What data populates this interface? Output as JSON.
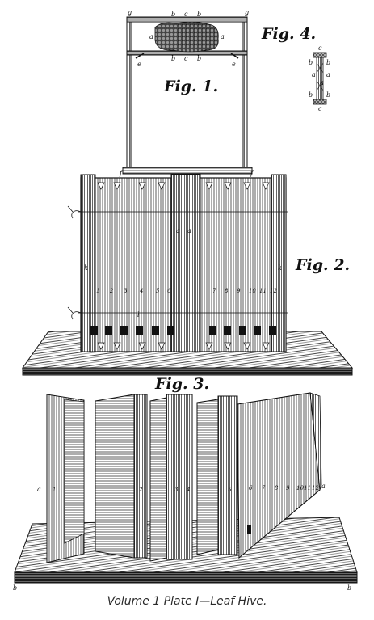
{
  "figures": {
    "fig1": "Fig. 1.",
    "fig2": "Fig. 2.",
    "fig3": "Fig. 3.",
    "fig4": "Fig. 4."
  },
  "fig1_letters": [
    "g",
    "g",
    "b",
    "c",
    "b",
    "a",
    "a",
    "b",
    "c",
    "b",
    "e",
    "e",
    "f",
    "f"
  ],
  "fig4_letters": [
    "c",
    "b",
    "b",
    "b",
    "b",
    "a",
    "a",
    "a",
    "c"
  ],
  "fig2_letters": [
    "a",
    "a",
    "k",
    "k",
    "l"
  ],
  "fig2_numbers": [
    "1",
    "2",
    "3",
    "4",
    "5",
    "6",
    "7",
    "8",
    "9",
    "10",
    "11",
    "12"
  ],
  "fig3_letters": [
    "a",
    "a",
    "b",
    "b"
  ],
  "fig3_numbers": [
    "1",
    "2",
    "3",
    "4",
    "5",
    "6",
    "7",
    "8",
    "9",
    "10",
    "11",
    "12"
  ],
  "caption": "Volume 1 Plate I—Leaf Hive."
}
